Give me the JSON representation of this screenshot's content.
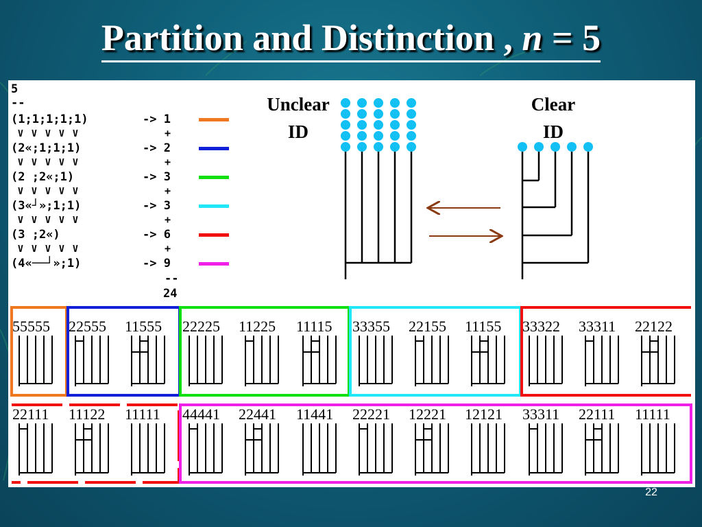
{
  "title": {
    "main": "Partition and Distinction , ",
    "variable": "n",
    "equals": " = 5"
  },
  "header_number": "5",
  "header_rule": "--",
  "mapping_rows": [
    {
      "partition": "(1;1;1;1;1)",
      "arrow": "-> 1",
      "color": "#f07820"
    },
    {
      "partition": "(2«;1;1;1)",
      "arrow": "-> 2",
      "color": "#1020d8"
    },
    {
      "partition": "(2  ;2«;1)",
      "arrow": "-> 3",
      "color": "#10e010"
    },
    {
      "partition": "(3«┘»;1;1)",
      "arrow": "-> 3",
      "color": "#20e8f8"
    },
    {
      "partition": "(3    ;2«)",
      "arrow": "-> 6",
      "color": "#f01010"
    },
    {
      "partition": "(4«──┘»;1)",
      "arrow": "-> 9",
      "color": "#f020e8"
    }
  ],
  "plus_sign": "+",
  "sum_rule": "--",
  "sum_total": "24",
  "unclear_label": [
    "Unclear",
    "ID"
  ],
  "clear_label": [
    "Clear",
    "ID"
  ],
  "dot_color": "#12c0f4",
  "arrow_color": "#8a3a10",
  "group_colors": {
    "orange": "#f07820",
    "blue": "#1020d8",
    "green": "#10e010",
    "cyan": "#20e8f8",
    "red": "#f01010",
    "magenta": "#f020e8"
  },
  "row1_codes": [
    "55555",
    "22555",
    "11555",
    "22225",
    "11225",
    "11115",
    "33355",
    "22155",
    "11155",
    "33322",
    "33311",
    "22122"
  ],
  "row2_codes": [
    "22111",
    "11122",
    "11111",
    "44441",
    "22441",
    "11441",
    "22221",
    "12221",
    "12121",
    "33311",
    "22111",
    "11111"
  ],
  "slide_number": "22"
}
